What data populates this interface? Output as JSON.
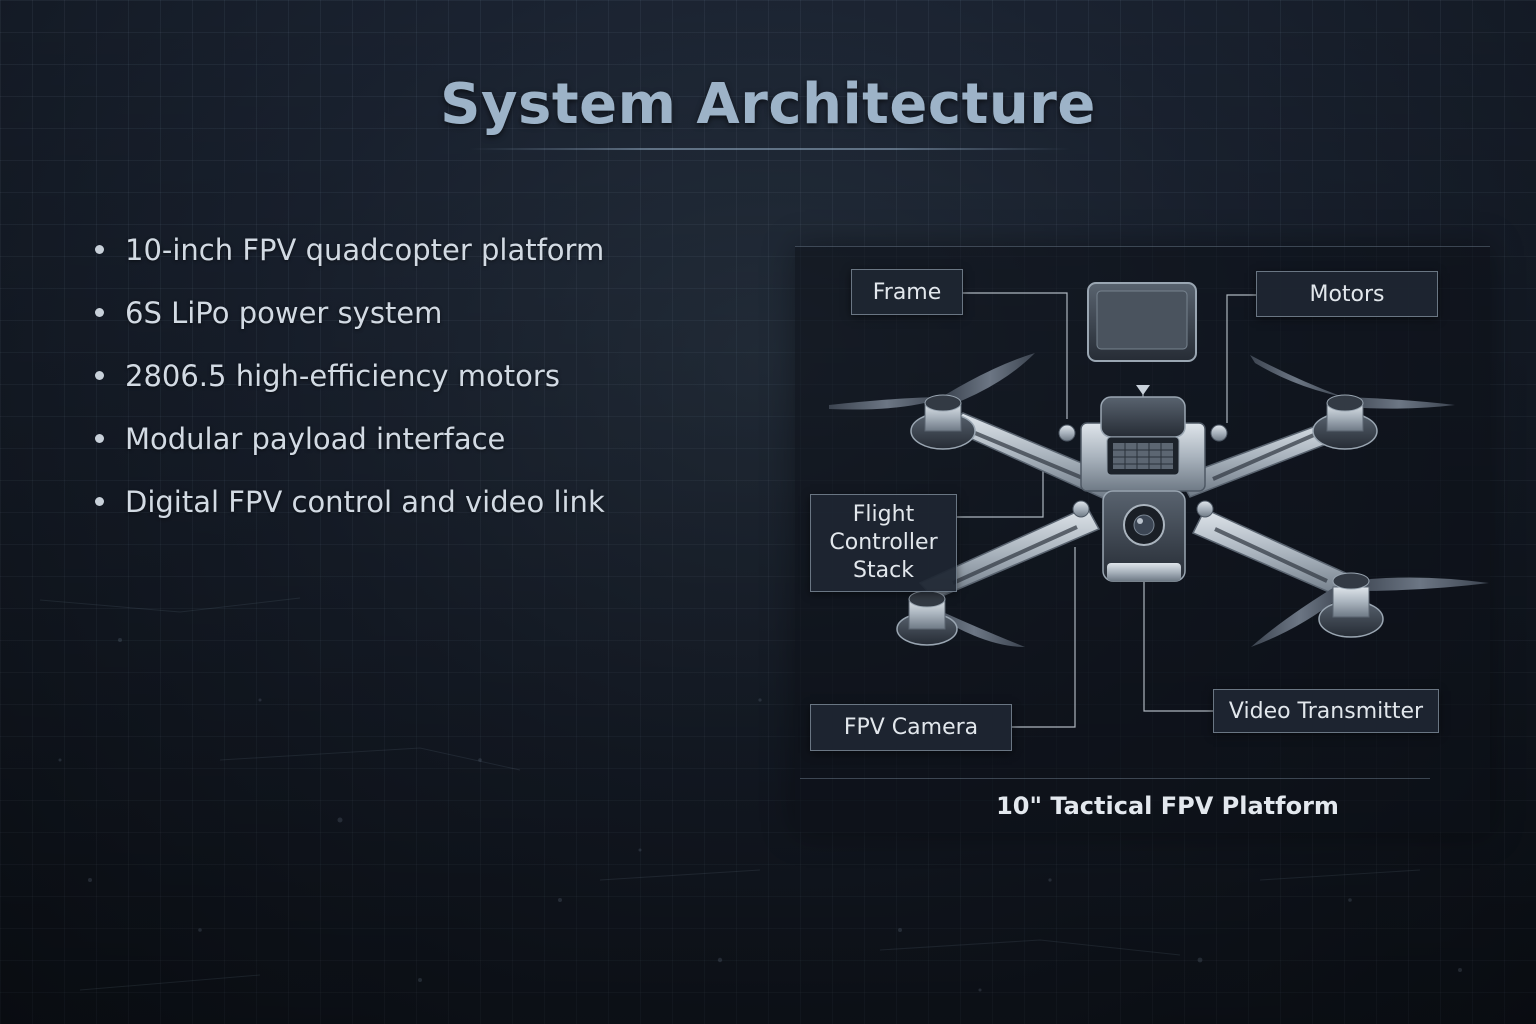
{
  "slide": {
    "title": "System Architecture",
    "bullets": [
      "10-inch FPV quadcopter platform",
      "6S LiPo power system",
      "2806.5 high-efficiency motors",
      "Modular payload interface",
      "Digital FPV control and video link"
    ]
  },
  "diagram": {
    "labels": {
      "frame": "Frame",
      "motors": "Motors",
      "flight_controller": "Flight\nController\nStack",
      "fpv_camera": "FPV Camera",
      "video_transmitter": "Video Transmitter"
    },
    "caption": "10\" Tactical FPV Platform"
  },
  "colors": {
    "background": "#1a2230",
    "title": "#9db3c8",
    "text": "#d2dae3",
    "drone_metal": "#b9c2cc",
    "drone_dark": "#2b323c"
  },
  "icons": {
    "drone": "quadcopter-illustration"
  }
}
